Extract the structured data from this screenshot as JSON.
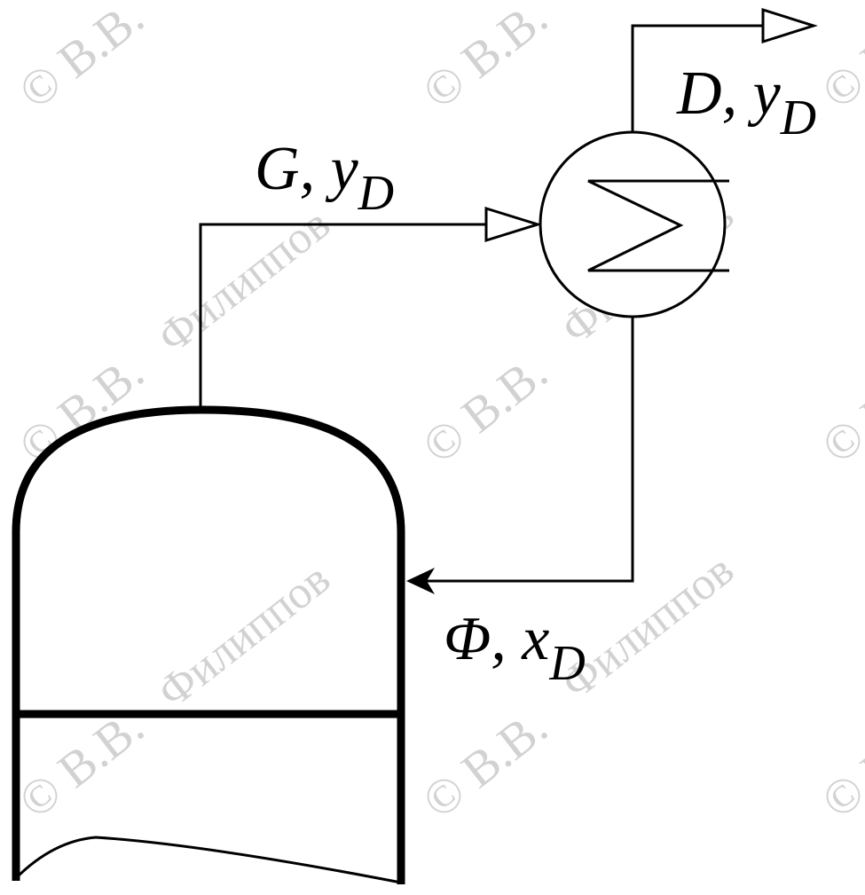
{
  "diagram": {
    "vapor_flow": {
      "symbol": "G",
      "separator": ", ",
      "var": "y",
      "sub": "D"
    },
    "distillate_flow": {
      "symbol": "D",
      "separator": ", ",
      "var": "y",
      "sub": "D"
    },
    "reflux_flow": {
      "symbol": "Φ",
      "separator": ", ",
      "var": "x",
      "sub": "D"
    }
  },
  "watermark": {
    "copyright": "© В.В.",
    "author": "Филиппов"
  },
  "colors": {
    "line": "#000000",
    "background": "#ffffff",
    "watermark": "#d2d2d2"
  }
}
